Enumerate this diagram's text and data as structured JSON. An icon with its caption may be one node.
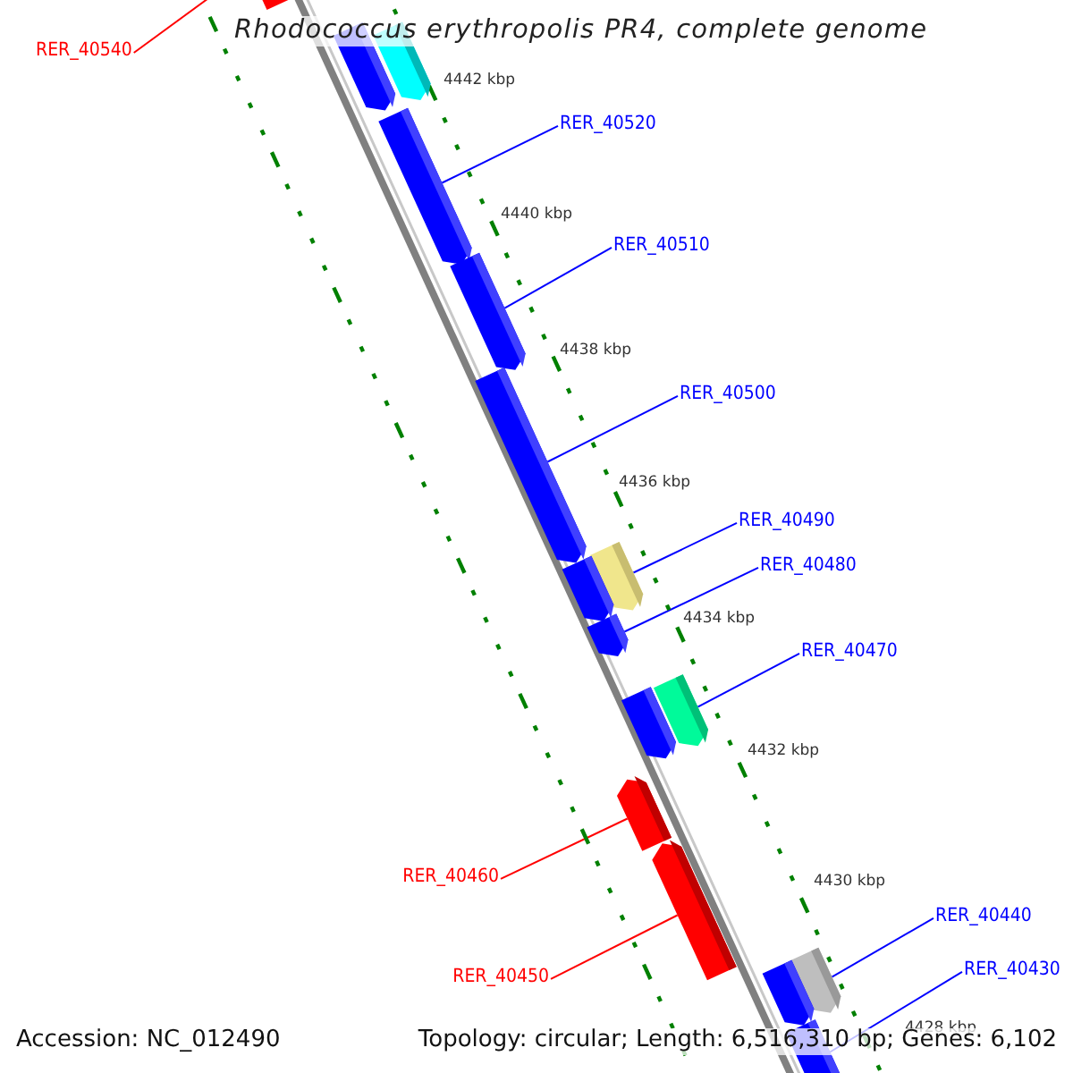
{
  "diagram": {
    "title": "Rhodococcus erythropolis PR4, complete genome",
    "nodes": [
      {
        "text": [
          "RER_40540"
        ]
      },
      {
        "text": [
          "RER_40520"
        ]
      },
      {
        "text": [
          "RER_40510"
        ]
      },
      {
        "text": [
          "RER_40500"
        ]
      },
      {
        "text": [
          "RER_40490"
        ]
      },
      {
        "text": [
          "RER_40480"
        ]
      },
      {
        "text": [
          "RER_40470"
        ]
      },
      {
        "text": [
          "RER_40460"
        ]
      },
      {
        "text": [
          "RER_40450"
        ]
      },
      {
        "text": [
          "RER_40440"
        ]
      },
      {
        "text": [
          "RER_40430"
        ]
      },
      {
        "text": [],
        "shape": "bar"
      },
      {
        "text": [],
        "shape": "bar"
      },
      {
        "text": [],
        "shape": "bar"
      },
      {
        "text": [],
        "shape": "bar"
      },
      {
        "text": [],
        "shape": "bar"
      },
      {
        "text": [],
        "shape": "bar"
      },
      {
        "text": [],
        "shape": "bar"
      },
      {
        "text": [],
        "shape": "bar"
      },
      {
        "text": [],
        "shape": "bar"
      },
      {
        "text": [],
        "shape": "bar"
      },
      {
        "text": [],
        "shape": "bar"
      },
      {
        "text": [],
        "shape": "bar"
      },
      {
        "text": [],
        "shape": "bar"
      },
      {
        "text": [],
        "shape": "bar"
      },
      {
        "text": [],
        "shape": "bar"
      },
      {
        "text": [],
        "shape": "bar"
      }
    ],
    "edges": [
      {
        "from": 0,
        "to": 11,
        "arrow": "none",
        "color": "#ff0000"
      },
      {
        "from": 1,
        "to": 14,
        "arrow": "none"
      },
      {
        "from": 2,
        "to": 15,
        "arrow": "none"
      },
      {
        "from": 3,
        "to": 16,
        "arrow": "none"
      },
      {
        "from": 4,
        "to": 17,
        "arrow": "none"
      },
      {
        "from": 5,
        "to": 19,
        "arrow": "none"
      },
      {
        "from": 6,
        "to": 20,
        "arrow": "none"
      },
      {
        "from": 7,
        "to": 22,
        "arrow": "none",
        "color": "#ff0000"
      },
      {
        "from": 8,
        "to": 23,
        "arrow": "none",
        "color": "#ff0000"
      },
      {
        "from": 9,
        "to": 24,
        "arrow": "none"
      },
      {
        "from": 10,
        "to": 26,
        "arrow": "none"
      }
    ],
    "labels": [
      "4442 kbp",
      "4440 kbp",
      "4438 kbp",
      "4436 kbp",
      "4434 kbp",
      "4432 kbp",
      "4430 kbp",
      "4428 kbp",
      "Accession: NC_012490",
      "Topology: circular; Length: 6,516,310 bp; Genes: 6,102"
    ]
  }
}
